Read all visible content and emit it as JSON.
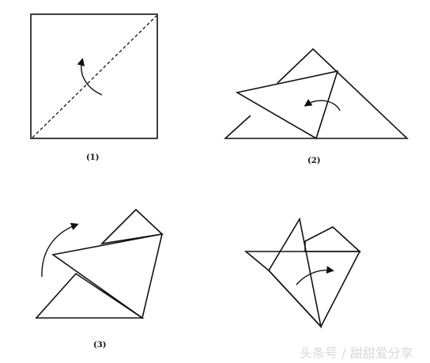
{
  "steps": [
    {
      "label": "(1)"
    },
    {
      "label": "(2)"
    },
    {
      "label": "(3)"
    },
    {
      "label": ""
    }
  ],
  "watermark": "头条号 / 甜甜爱分享",
  "colors": {
    "line": "#111111",
    "background": "#ffffff",
    "watermark": "#d8d8d8"
  }
}
